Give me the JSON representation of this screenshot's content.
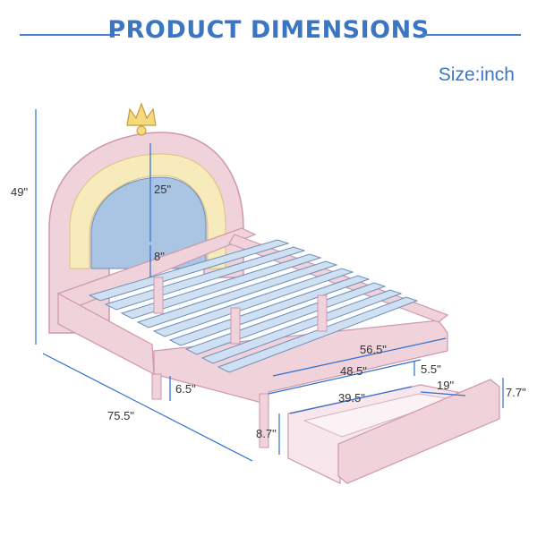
{
  "header": {
    "title": "PRODUCT DIMENSIONS",
    "size_unit_label": "Size:inch"
  },
  "dimensions": {
    "overall_height": "49\"",
    "crown_to_rainbow": "25\"",
    "headboard_gap": "8\"",
    "overall_length": "75.5\"",
    "leg_height": "6.5\"",
    "overall_width": "56.5\"",
    "inner_width": "48.5\"",
    "drawer_height_small": "5.5\"",
    "drawer_inner_width": "39.5\"",
    "drawer_depth": "19\"",
    "drawer_front_height": "7.7\"",
    "drawer_box_height": "8.7\""
  },
  "colors": {
    "heading_blue": "#3b76c4",
    "rule_blue": "#4a7fd0",
    "dimension_blue": "#2f6fcf",
    "text_dark": "#333333",
    "frame_pink": "#f0d2db",
    "frame_outline": "#cf97aa",
    "slat_blue": "#cfe0f2",
    "slat_outline": "#6d8fb8",
    "rainbow_yellow": "#f7ebbb",
    "rainbow_panel_blue": "#aac4e3",
    "crown_yellow": "#f4db7e"
  }
}
